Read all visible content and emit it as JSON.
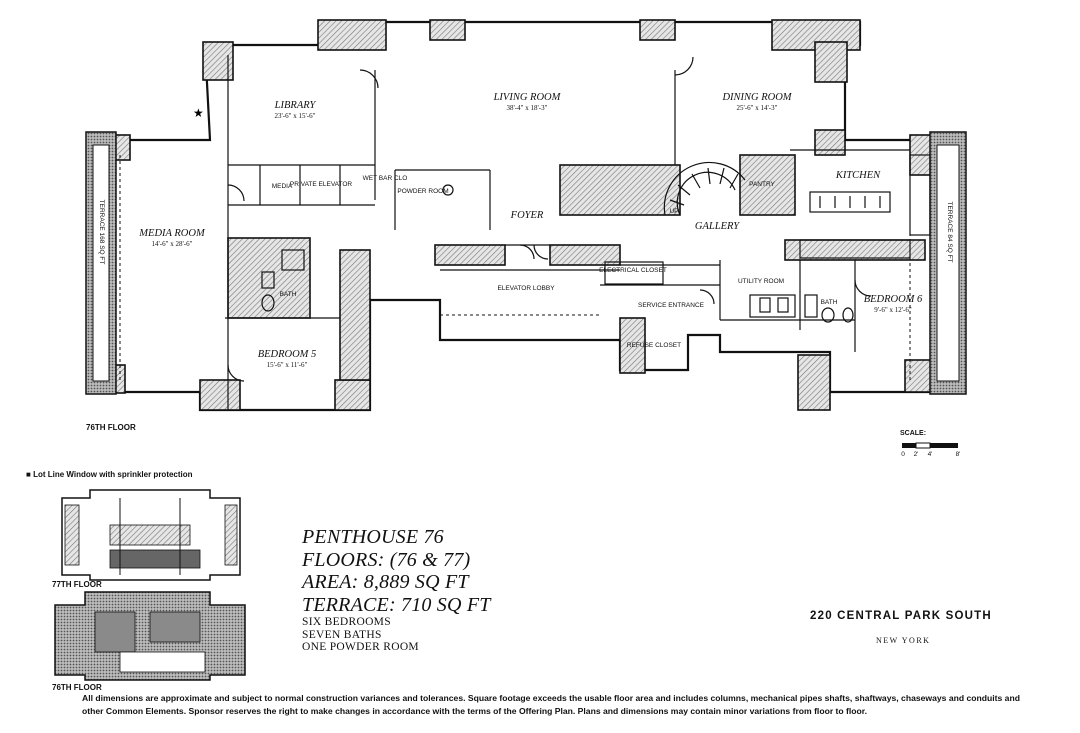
{
  "floor_label_main": "76TH FLOOR",
  "lot_line_note": "Lot Line Window with sprinkler protection",
  "scale_label": "SCALE:",
  "scale_ticks": [
    "0",
    "2'",
    "4'",
    "8'"
  ],
  "thumbnails": {
    "upper_label": "77TH FLOOR",
    "lower_label": "76TH FLOOR"
  },
  "rooms": {
    "library": {
      "name": "LIBRARY",
      "dims": "23'-6\" x 15'-6\""
    },
    "living_room": {
      "name": "LIVING ROOM",
      "dims": "38'-4\" x 18'-3\""
    },
    "dining_room": {
      "name": "DINING ROOM",
      "dims": "25'-6\" x 14'-3\""
    },
    "media_room": {
      "name": "MEDIA ROOM",
      "dims": "14'-6\" x 28'-6\""
    },
    "bedroom5": {
      "name": "BEDROOM 5",
      "dims": "15'-6\" x 11'-6\""
    },
    "bedroom6": {
      "name": "BEDROOM 6",
      "dims": "9'-6\" x 12'-6\""
    },
    "kitchen": {
      "name": "KITCHEN"
    },
    "foyer": {
      "name": "FOYER"
    },
    "gallery": {
      "name": "GALLERY"
    },
    "pantry": {
      "name": "PANTRY"
    },
    "media": {
      "name": "MEDIA"
    },
    "private_elevator": {
      "name": "PRIVATE ELEVATOR"
    },
    "powder_room": {
      "name": "POWDER ROOM"
    },
    "wet_bar": {
      "name": "WET BAR CLO"
    },
    "bath_left": {
      "name": "BATH"
    },
    "bath_right": {
      "name": "BATH"
    },
    "elevator_lobby": {
      "name": "ELEVATOR LOBBY"
    },
    "electrical_closet": {
      "name": "ELECTRICAL CLOSET"
    },
    "service_entrance": {
      "name": "SERVICE ENTRANCE"
    },
    "refuse_closet": {
      "name": "REFUSE CLOSET"
    },
    "utility_room": {
      "name": "UTILITY ROOM"
    },
    "terrace_left": {
      "name": "TERRACE 168 SQ FT"
    },
    "terrace_right": {
      "name": "TERRACE 84 SQ FT"
    },
    "up": {
      "name": "UP"
    }
  },
  "listing": {
    "title": "PENTHOUSE 76",
    "floors": "FLOORS: (76 & 77)",
    "area": "AREA: 8,889 SQ FT",
    "terrace": "TERRACE: 710 SQ FT",
    "bedrooms": "SIX BEDROOMS",
    "baths": "SEVEN BATHS",
    "powder": "ONE POWDER ROOM"
  },
  "building": {
    "name": "220 CENTRAL PARK SOUTH",
    "city": "NEW YORK"
  },
  "disclaimer": "All dimensions are approximate and subject to normal construction variances and tolerances. Square footage exceeds the usable floor area and includes columns, mechanical pipes shafts, shaftways, chaseways and conduits and other Common Elements. Sponsor reserves the right to make changes in accordance with the terms of the Offering Plan. Plans and dimensions may contain minor variations from floor to floor."
}
